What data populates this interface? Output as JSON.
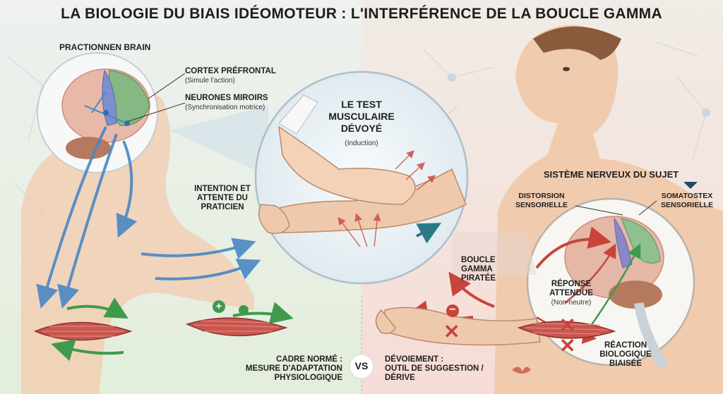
{
  "title": "LA BIOLOGIE DU BIAIS IDÉOMOTEUR : L'INTERFÉRENCE DE LA BOUCLE GAMMA",
  "left_panel": {
    "brain_label": "PRACTIONNEN BRAIN",
    "cortex_title": "CORTEX PRÉFRONTAL",
    "cortex_sub": "(Simule l'action)",
    "mirror_title": "NEURONES MIROIRS",
    "mirror_sub": "(Synchronisation motrice)",
    "intention_text": "INTENTION ET ATTENTE DU PRATICIEN",
    "footer_line1": "CADRE NORMÉ :",
    "footer_line2": "MESURE D'ADAPTATION PHYSIOLOGIQUE"
  },
  "center": {
    "test_title": "LE TEST MUSCULAIRE DÉVOYÉ",
    "test_sub": "(Induction)",
    "vs_label": "VS"
  },
  "right_panel": {
    "system_label": "SISTÈME NERVEUX DU SUJET",
    "distortion": "DISTORSION SENSORIELLE",
    "somatostex": "SOMATOSTEX SENSORIELLE",
    "boucle": "BOUCLE GAMMA PIRATÉE",
    "reponse_title": "RÉPONSE ATTENDUE",
    "reponse_sub": "(Non-neutre)",
    "reaction": "RÉACTION BIOLOGIQUE BIAISÉE",
    "footer_line1": "DÉVOIEMENT :",
    "footer_line2": "OUTIL DE SUGGESTION / DÉRIVE"
  },
  "symbols": {
    "plus": "+",
    "minus": "−",
    "cross": "✕"
  },
  "colors": {
    "blue_arrow": "#4a86c5",
    "green_arrow": "#3f9a4a",
    "red_arrow": "#c8443b",
    "muscle": "#c9574f"
  }
}
